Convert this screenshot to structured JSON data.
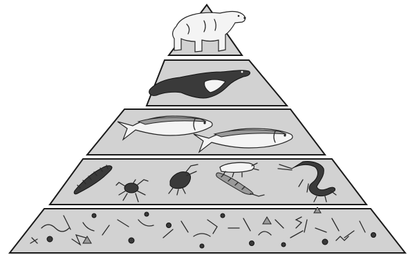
{
  "diagram": {
    "kind": "food-pyramid",
    "levels": [
      {
        "id": "apex",
        "icon": "polar-bear-icon"
      },
      {
        "id": "level-4",
        "icon": "seal-icon"
      },
      {
        "id": "level-3",
        "icons": [
          "fish-icon",
          "fish-icon"
        ]
      },
      {
        "id": "level-2",
        "icons": [
          "zooplankton-icon",
          "crab-icon",
          "shrimp-icon",
          "krill-icon",
          "amphipod-icon",
          "isopod-icon"
        ]
      },
      {
        "id": "level-1",
        "icon": "phytoplankton-icon"
      }
    ],
    "colors": {
      "tier_fill": "#d2d2d2",
      "outline": "#1a1a1a",
      "background": "#ffffff"
    }
  }
}
